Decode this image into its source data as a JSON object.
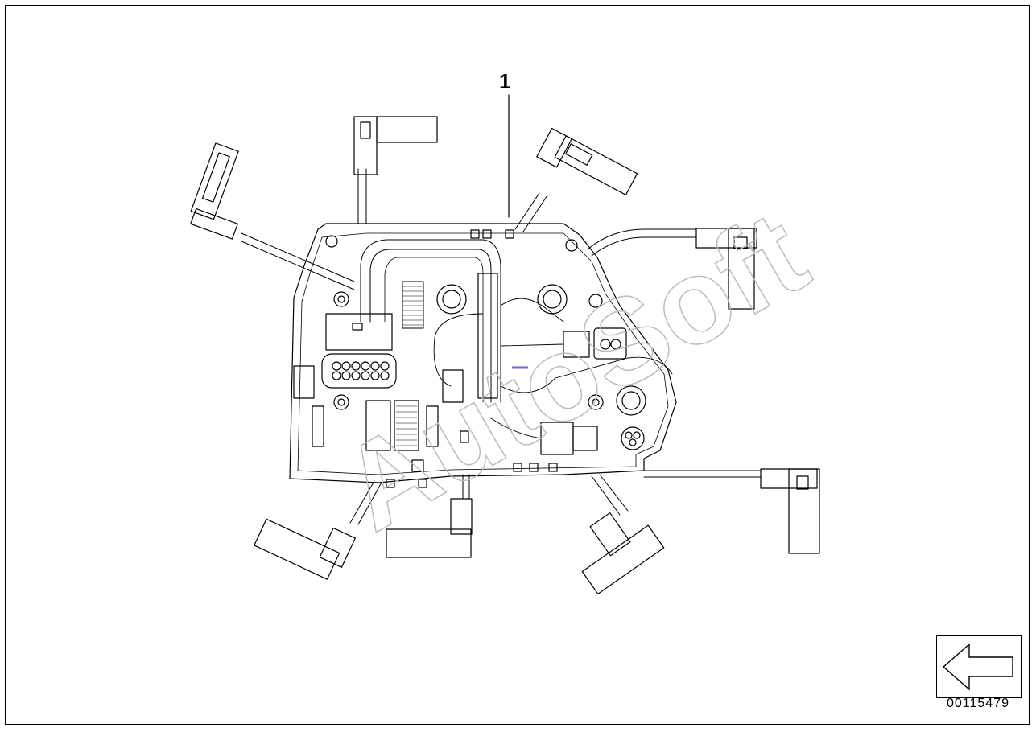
{
  "diagram": {
    "part_number_label": "1",
    "image_id": "00115479",
    "watermark_text": "AutoSoft"
  },
  "navigation": {
    "back_icon": "left-arrow-icon"
  },
  "colors": {
    "line": "#000000",
    "background": "#ffffff",
    "watermark": "#bbbbbb",
    "accent_mark": "#6b6bd6"
  }
}
